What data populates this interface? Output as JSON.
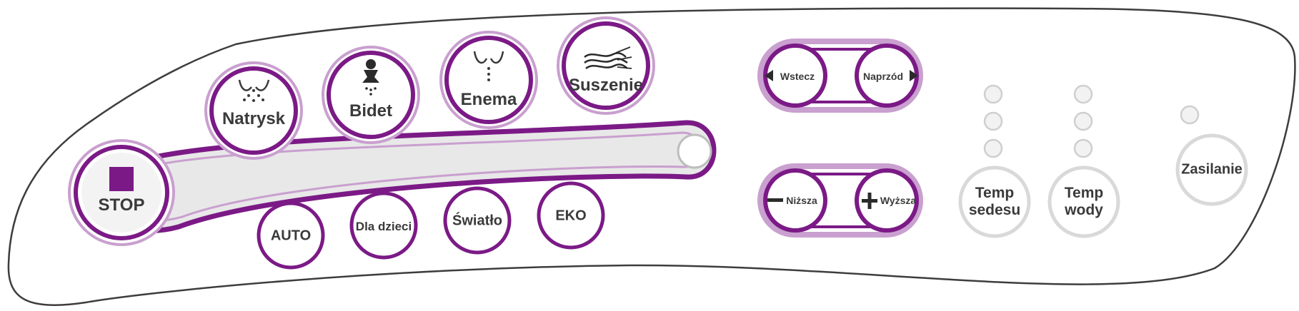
{
  "panel": {
    "modes": {
      "spray": "Natrysk",
      "bidet": "Bidet",
      "enema": "Enema",
      "dry": "Suszenie"
    },
    "stop": "STOP",
    "functions": {
      "auto": "AUTO",
      "kids": "Dla dzieci",
      "light": "Światło",
      "eco": "EKO"
    },
    "position": {
      "back": "Wstecz",
      "forward": "Naprzód"
    },
    "level": {
      "lower": "Niższa",
      "higher": "Wyższa"
    },
    "temp_seat": {
      "line1": "Temp",
      "line2": "sedesu"
    },
    "temp_water": {
      "line1": "Temp",
      "line2": "wody"
    },
    "power": "Zasilanie"
  },
  "colors": {
    "accent": "#7b1a86",
    "accent_light": "#c9a0cf",
    "gray_ring": "#d9d9d9",
    "outline": "#3d3d3d"
  }
}
